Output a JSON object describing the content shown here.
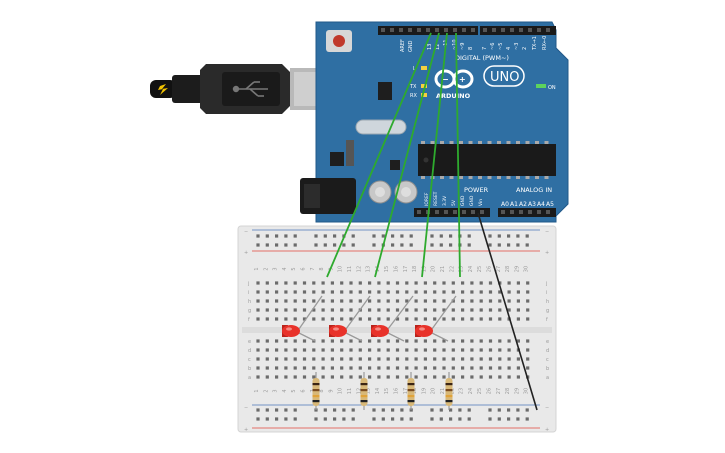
{
  "colors": {
    "board": "#2f6fa3",
    "board_dark": "#235a87",
    "breadboard": "#e9e9e9",
    "rail_red": "#e0463a",
    "rail_blue": "#4b77b8",
    "wire_green": "#2eaa2e",
    "wire_black": "#222222",
    "led_red": "#e8322a",
    "usb_black": "#1c1c1c"
  },
  "arduino": {
    "brand": "ARDUINO",
    "model": "UNO",
    "digital_label": "DIGITAL (PWM~)",
    "power_label": "POWER",
    "analog_label": "ANALOG IN",
    "on_label": "ON",
    "led_l": "L",
    "led_tx": "TX",
    "led_rx": "RX",
    "aref": "AREF",
    "gnd": "GND",
    "digital_pins": [
      "13",
      "12",
      "~11",
      "~10",
      "~9",
      "8",
      "7",
      "~6",
      "~5",
      "4",
      "~3",
      "2",
      "TX→1",
      "RX←0"
    ],
    "power_pins": [
      "IOREF",
      "RESET",
      "3.3V",
      "5V",
      "GND",
      "GND",
      "Vin"
    ],
    "analog_pins": [
      "A0",
      "A1",
      "A2",
      "A3",
      "A4",
      "A5"
    ]
  },
  "breadboard": {
    "rail_plus": "+",
    "rail_minus": "−",
    "row_letters_top": [
      "j",
      "i",
      "h",
      "g",
      "f"
    ],
    "row_letters_bottom": [
      "e",
      "d",
      "c",
      "b",
      "a"
    ],
    "columns": 30,
    "column_numbers": [
      "1",
      "2",
      "3",
      "4",
      "5",
      "6",
      "7",
      "8",
      "9",
      "10",
      "11",
      "12",
      "13",
      "14",
      "15",
      "16",
      "17",
      "18",
      "19",
      "20",
      "21",
      "22",
      "23",
      "24",
      "25",
      "26",
      "27",
      "28",
      "29",
      "30"
    ]
  },
  "components": {
    "leds": [
      "led-1",
      "led-2",
      "led-3",
      "led-4"
    ],
    "resistors": [
      "resistor-1",
      "resistor-2",
      "resistor-3",
      "resistor-4"
    ]
  }
}
